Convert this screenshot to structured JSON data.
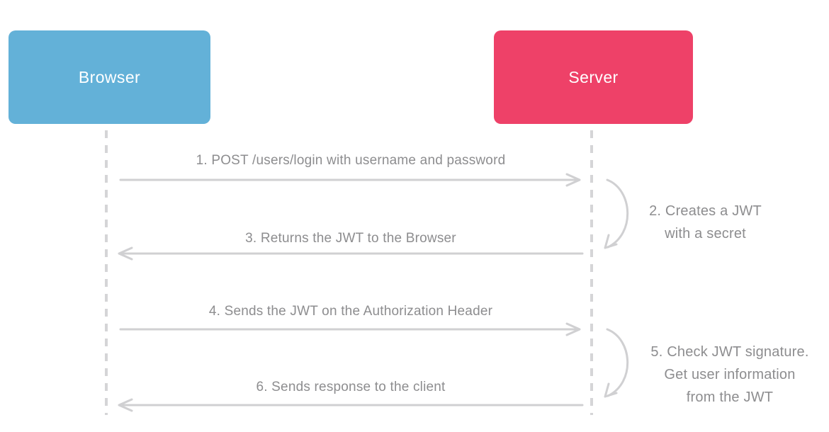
{
  "colors": {
    "background": "#ffffff",
    "browser_box": "#63b1d8",
    "server_box": "#ee4168",
    "actor_text": "#ffffff",
    "message_text": "#8d8d8f",
    "arrow": "#d0d0d2",
    "lifeline": "#d5d5d7"
  },
  "actors": [
    {
      "label": "Browser"
    },
    {
      "label": "Server"
    }
  ],
  "messages": [
    {
      "step": 1,
      "label": "1. POST /users/login with username and password",
      "from": "Browser",
      "to": "Server",
      "direction": "right"
    },
    {
      "step": 2,
      "lines": [
        "2. Creates a JWT",
        "with a secret"
      ],
      "from": "Server",
      "to": "Server",
      "direction": "self-loop"
    },
    {
      "step": 3,
      "label": "3. Returns the JWT to the Browser",
      "from": "Server",
      "to": "Browser",
      "direction": "left"
    },
    {
      "step": 4,
      "label": "4. Sends the JWT on the Authorization Header",
      "from": "Browser",
      "to": "Server",
      "direction": "right"
    },
    {
      "step": 5,
      "lines": [
        "5. Check JWT signature.",
        "Get user information",
        "from the JWT"
      ],
      "from": "Server",
      "to": "Server",
      "direction": "self-loop"
    },
    {
      "step": 6,
      "label": "6. Sends response to the client",
      "from": "Server",
      "to": "Browser",
      "direction": "left"
    }
  ]
}
